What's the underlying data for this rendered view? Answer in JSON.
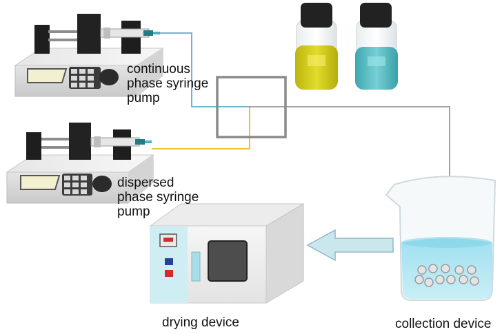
{
  "labels": {
    "continuous_pump": [
      "continuous",
      "phase syringe",
      "pump"
    ],
    "dispersed_pump": [
      "dispersed",
      "phase syringe",
      "pump"
    ],
    "drying_device": "drying device",
    "collection_device": "collection device"
  },
  "colors": {
    "continuous_line": "#6cb6d6",
    "dispersed_line": "#f0c030",
    "main_line": "#9a9a9a",
    "yellow_liquid": "#d6cf1e",
    "cyan_liquid": "#5fc1c8",
    "beaker_liquid": "#8fd9ea",
    "arrow": "#cbe7ee",
    "oven_panel": "#cfeef3"
  },
  "icons": {
    "pump": "syringe-pump-icon",
    "vial": "vial-icon",
    "chip": "microfluidic-chip-icon",
    "oven": "drying-oven-icon",
    "beaker": "beaker-icon",
    "arrow": "left-arrow-icon"
  }
}
